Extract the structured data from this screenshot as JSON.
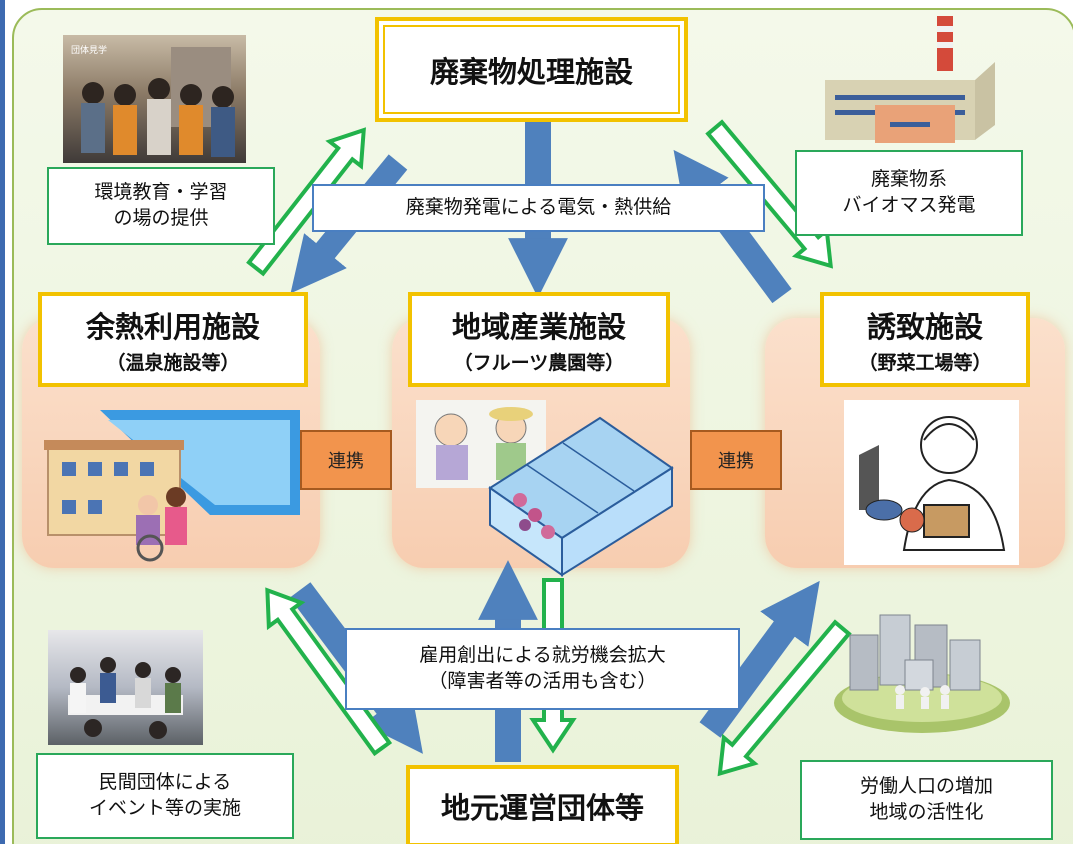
{
  "nodes": {
    "waste_facility": "廃棄物処理施設",
    "waste_heat": "余熱利用施設",
    "waste_heat_sub": "（温泉施設等）",
    "regional_industry": "地域産業施設",
    "regional_industry_sub": "（フルーツ農園等）",
    "attracted": "誘致施設",
    "attracted_sub": "（野菜工場等）",
    "local_org": "地元運営団体等"
  },
  "labels": {
    "env_education": "環境教育・学習\nの場の提供",
    "power_supply": "廃棄物発電による電気・熱供給",
    "biomass": "廃棄物系\nバイオマス発電",
    "employment": "雇用創出による就労機会拡大\n（障害者等の活用も含む）",
    "private_events": "民間団体による\nイベント等の実施",
    "workforce": "労働人口の増加\n地域の活性化"
  },
  "links": [
    "連携",
    "連携"
  ],
  "photo_caption": "団体見学",
  "colors": {
    "blue_arrow": "#4f81bd",
    "green_outline": "#22b24c",
    "yellow_border": "#f2c200",
    "panel_peach": "#f9d5bb",
    "orange_link": "#f2944d",
    "background": "#eef5e0"
  }
}
